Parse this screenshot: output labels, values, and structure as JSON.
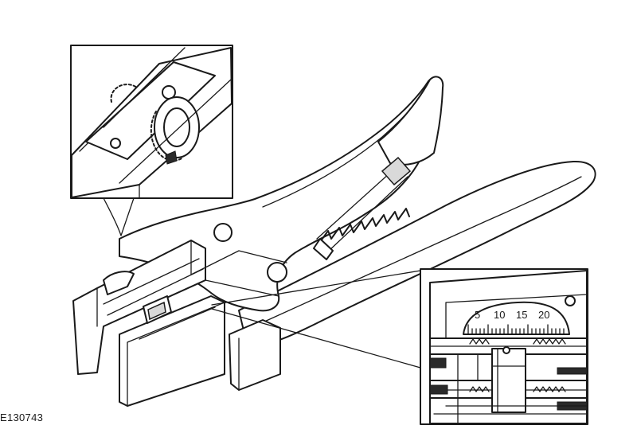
{
  "figure_id": "E130743",
  "scale_labels": [
    "5",
    "10",
    "15",
    "20"
  ],
  "colors": {
    "line": "#1a1a1a",
    "background": "#ffffff",
    "shade": "#d9d9d9"
  }
}
